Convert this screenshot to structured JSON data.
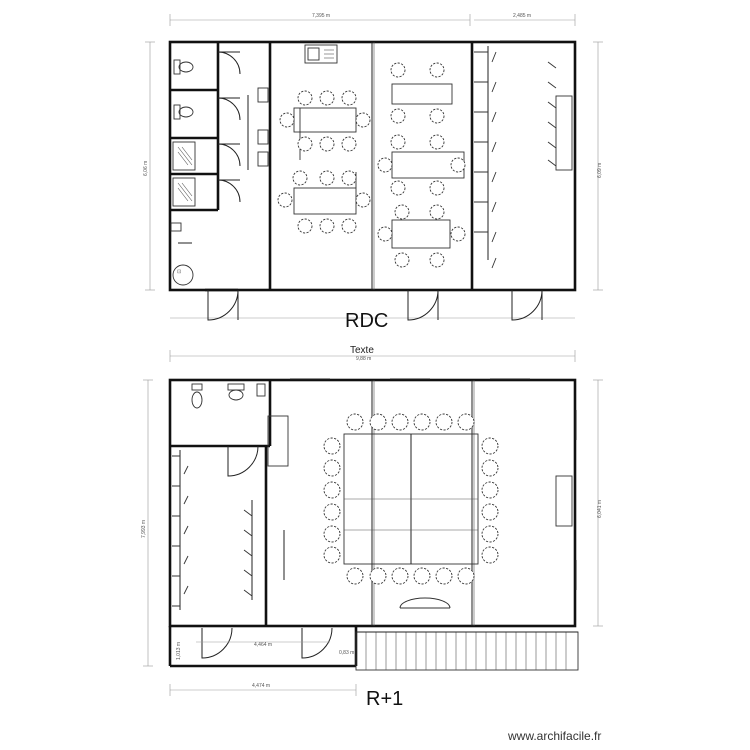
{
  "levels": {
    "ground": {
      "label": "RDC"
    },
    "upper": {
      "label": "R+1",
      "text_label": "Texte"
    }
  },
  "dimensions": {
    "ground_top_main": "7,395 m",
    "ground_top_right": "2,485 m",
    "ground_left": "6,06 m",
    "ground_right": "6,09 m",
    "upper_top": "9,88 m",
    "upper_left": "7,993 m",
    "upper_right": "6,041 m",
    "upper_bottom_inner": "4,464 m",
    "upper_bottom": "4,474 m",
    "upper_stair_width": "1,013 m",
    "upper_stair_small": "0,83 m"
  },
  "footer": {
    "site": "www.archifacile.fr"
  }
}
